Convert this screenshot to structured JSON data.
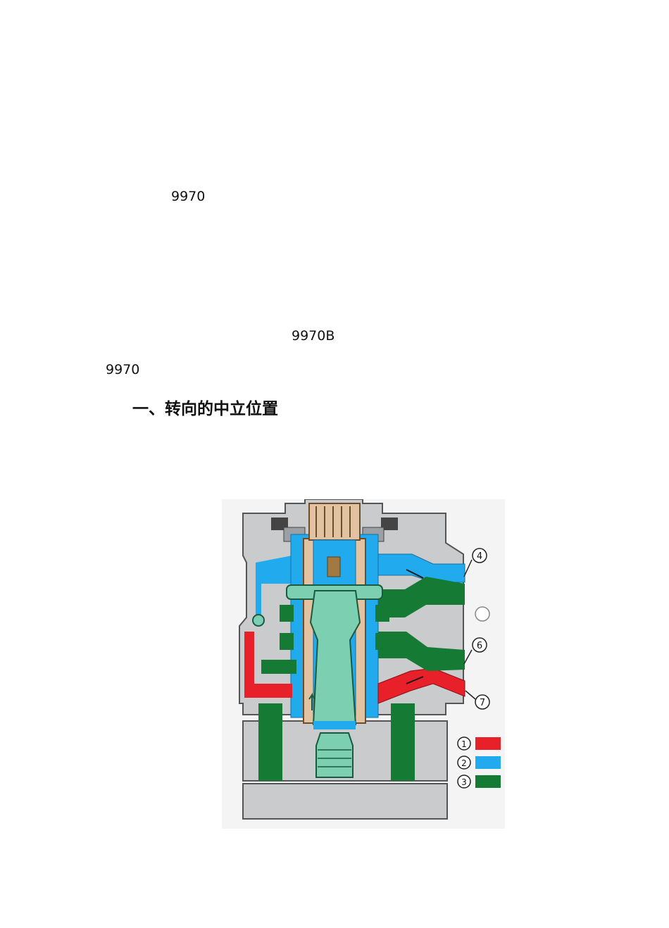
{
  "text_lines": [
    "9970",
    "9970B",
    "9970"
  ],
  "section_heading": "一、转向的中立位置",
  "figure": {
    "callouts": [
      "4",
      "6",
      "7"
    ],
    "legend": [
      {
        "number": "1",
        "color": "#e8202a"
      },
      {
        "number": "2",
        "color": "#22aaee"
      },
      {
        "number": "3",
        "color": "#157a33"
      }
    ],
    "colors": {
      "housing": "#c9cbcd",
      "pressure": "#e8202a",
      "return": "#22aaee",
      "work": "#157a33",
      "spool": "#e2c2a0",
      "core": "#7ccfb0"
    }
  }
}
